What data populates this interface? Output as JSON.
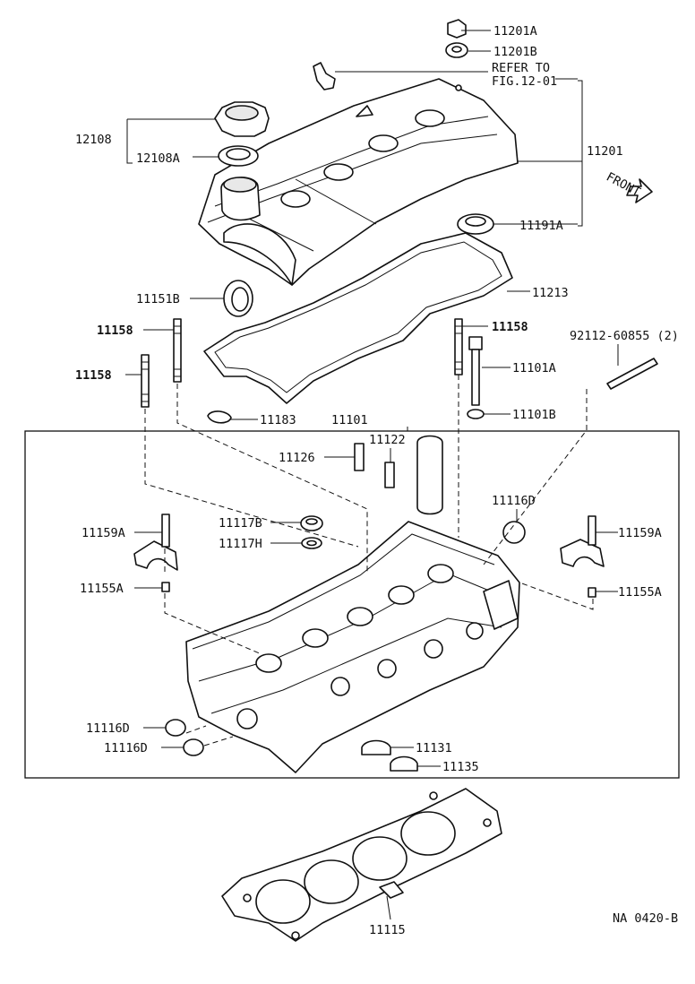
{
  "labels": {
    "p11201A": "11201A",
    "p11201B": "11201B",
    "refer_line1": "REFER TO",
    "refer_line2": "FIG.12-01",
    "p12108": "12108",
    "p12108A": "12108A",
    "p11201": "11201",
    "front": "FRONT",
    "p11191A": "11191A",
    "p11151B": "11151B",
    "p11213": "11213",
    "p11158_a": "11158",
    "p11158_b": "11158",
    "p11158_c": "11158",
    "p92112": "92112-60855 (2)",
    "p11101A": "11101A",
    "p11183": "11183",
    "p11101": "11101",
    "p11101B": "11101B",
    "p11126": "11126",
    "p11122": "11122",
    "p11116D_top": "11116D",
    "p11159A_left": "11159A",
    "p11117B": "11117B",
    "p11117H": "11117H",
    "p11159A_right": "11159A",
    "p11155A_left": "11155A",
    "p11155A_right": "11155A",
    "p11116D_l1": "11116D",
    "p11116D_l2": "11116D",
    "p11131": "11131",
    "p11135": "11135",
    "p11115": "11115",
    "code": "NA 0420-B"
  }
}
